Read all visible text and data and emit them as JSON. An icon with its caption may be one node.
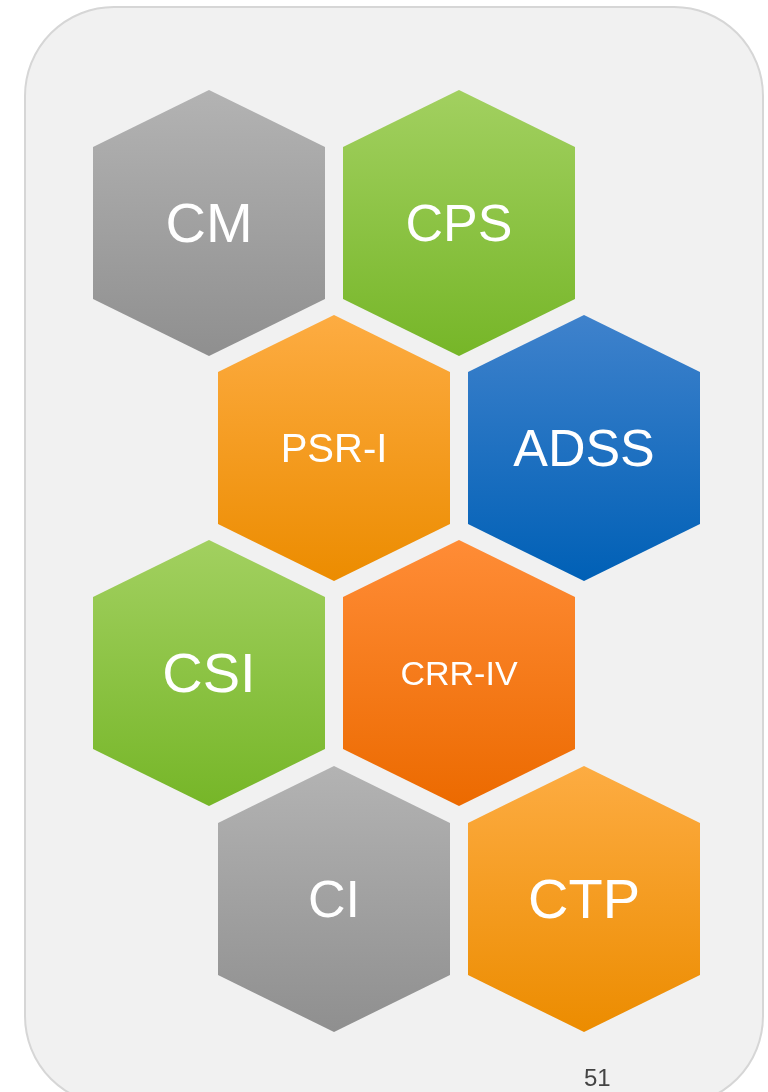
{
  "diagram": {
    "nodes": [
      {
        "text": [
          "CM"
        ]
      },
      {
        "text": [
          "CPS"
        ]
      },
      {
        "text": [
          "PSR-I"
        ]
      },
      {
        "text": [
          "ADSS"
        ]
      },
      {
        "text": [
          "CSI"
        ]
      },
      {
        "text": [
          "CRR-IV"
        ]
      },
      {
        "text": [
          "CI"
        ]
      },
      {
        "text": [
          "CTP"
        ]
      }
    ],
    "edges": [],
    "labels": [
      "51"
    ]
  }
}
